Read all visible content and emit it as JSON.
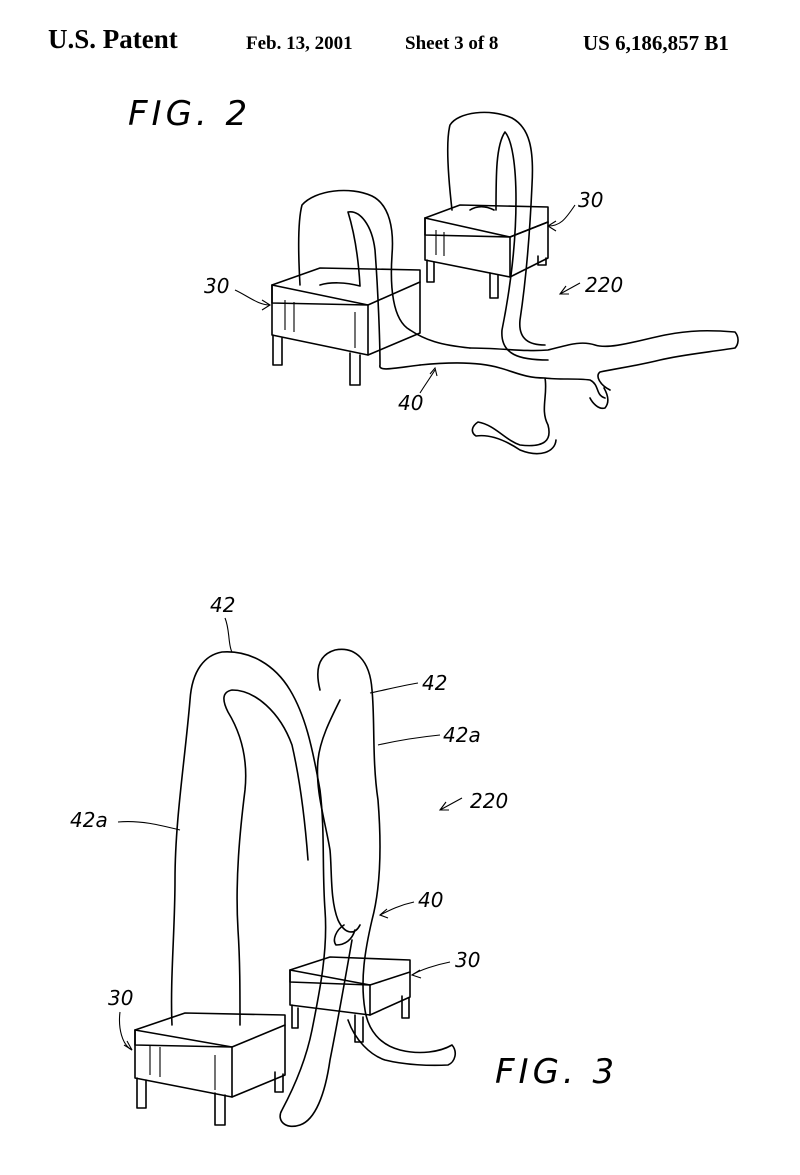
{
  "header": {
    "patent": "U.S. Patent",
    "date": "Feb. 13, 2001",
    "sheet": "Sheet 3 of 8",
    "number": "US 6,186,857 B1"
  },
  "fig2": {
    "title": "FIG. 2",
    "labels": {
      "left_base": "30",
      "right_base": "30",
      "assembly": "220",
      "tube": "40"
    }
  },
  "fig3": {
    "title": "FIG. 3",
    "labels": {
      "top_left": "42",
      "top_right": "42",
      "right_a": "42a",
      "left_a": "42a",
      "assembly": "220",
      "tube": "40",
      "right_base": "30",
      "left_base": "30"
    }
  }
}
